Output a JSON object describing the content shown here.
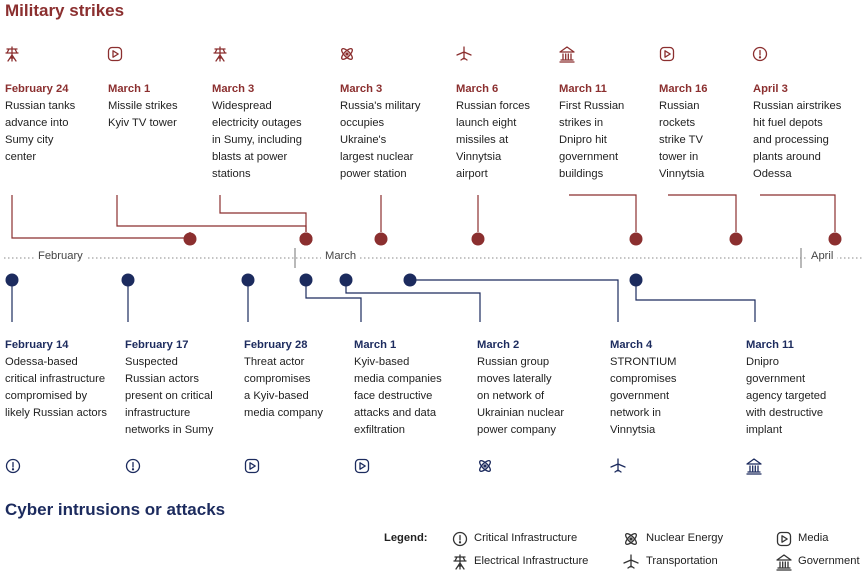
{
  "titles": {
    "top": "Military strikes",
    "bottom": "Cyber intrusions or attacks"
  },
  "months": [
    "February",
    "March",
    "April"
  ],
  "military_events": [
    {
      "date": "February 24",
      "lines": [
        "Russian tanks",
        "advance into",
        "Sumy city",
        "center"
      ],
      "icon": "electrical-infrastructure-icon"
    },
    {
      "date": "March 1",
      "lines": [
        "Missile strikes",
        "Kyiv TV  tower"
      ],
      "icon": "media-icon"
    },
    {
      "date": "March 3",
      "lines": [
        "Widespread",
        "electricity outages",
        "in Sumy, including",
        "blasts at power",
        "stations"
      ],
      "icon": "electrical-infrastructure-icon"
    },
    {
      "date": "March 3",
      "lines": [
        "Russia's military",
        "occupies",
        "Ukraine's",
        "largest nuclear",
        "power station"
      ],
      "icon": "nuclear-energy-icon"
    },
    {
      "date": "March 6",
      "lines": [
        "Russian forces",
        "launch eight",
        "missiles at",
        "Vinnytsia",
        "airport"
      ],
      "icon": "transportation-icon"
    },
    {
      "date": "March 11",
      "lines": [
        "First Russian",
        "strikes in",
        "Dnipro hit",
        "government",
        "buildings"
      ],
      "icon": "government-icon"
    },
    {
      "date": "March 16",
      "lines": [
        "Russian",
        "rockets",
        "strike TV",
        "tower in",
        "Vinnytsia"
      ],
      "icon": "media-icon"
    },
    {
      "date": "April 3",
      "lines": [
        "Russian airstrikes",
        "hit fuel depots",
        "and processing",
        "plants around",
        "Odessa"
      ],
      "icon": "critical-infrastructure-icon"
    }
  ],
  "cyber_events": [
    {
      "date": "February 14",
      "lines": [
        "Odessa-based",
        "critical infrastructure",
        "compromised by",
        "likely Russian actors"
      ],
      "icon": "critical-infrastructure-icon"
    },
    {
      "date": "February 17",
      "lines": [
        "Suspected",
        "Russian actors",
        "present on critical",
        "infrastructure",
        "networks in Sumy"
      ],
      "icon": "critical-infrastructure-icon"
    },
    {
      "date": "February 28",
      "lines": [
        "Threat actor",
        "compromises",
        "a Kyiv-based",
        "media company"
      ],
      "icon": "media-icon"
    },
    {
      "date": "March 1",
      "lines": [
        "Kyiv-based",
        "media companies",
        "face destructive",
        "attacks and data",
        "exfiltration"
      ],
      "icon": "media-icon"
    },
    {
      "date": "March 2",
      "lines": [
        "Russian group",
        "moves laterally",
        "on network of",
        "Ukrainian nuclear",
        "power company"
      ],
      "icon": "nuclear-energy-icon"
    },
    {
      "date": "March 4",
      "lines": [
        "STRONTIUM",
        "compromises",
        "government",
        "network in",
        "Vinnytsia"
      ],
      "icon": "transportation-icon"
    },
    {
      "date": "March 11",
      "lines": [
        "Dnipro",
        "government",
        "agency targeted",
        "with destructive",
        "implant"
      ],
      "icon": "government-icon"
    }
  ],
  "legend": {
    "title": "Legend:",
    "items": [
      {
        "icon": "critical-infrastructure-icon",
        "label": "Critical Infrastructure"
      },
      {
        "icon": "nuclear-energy-icon",
        "label": "Nuclear Energy"
      },
      {
        "icon": "media-icon",
        "label": "Media"
      },
      {
        "icon": "electrical-infrastructure-icon",
        "label": "Electrical Infrastructure"
      },
      {
        "icon": "transportation-icon",
        "label": "Transportation"
      },
      {
        "icon": "government-icon",
        "label": "Government"
      }
    ]
  },
  "colors": {
    "military": "#8b2f2f",
    "cyber": "#1c2b5e",
    "axis": "#8a8a8a"
  }
}
